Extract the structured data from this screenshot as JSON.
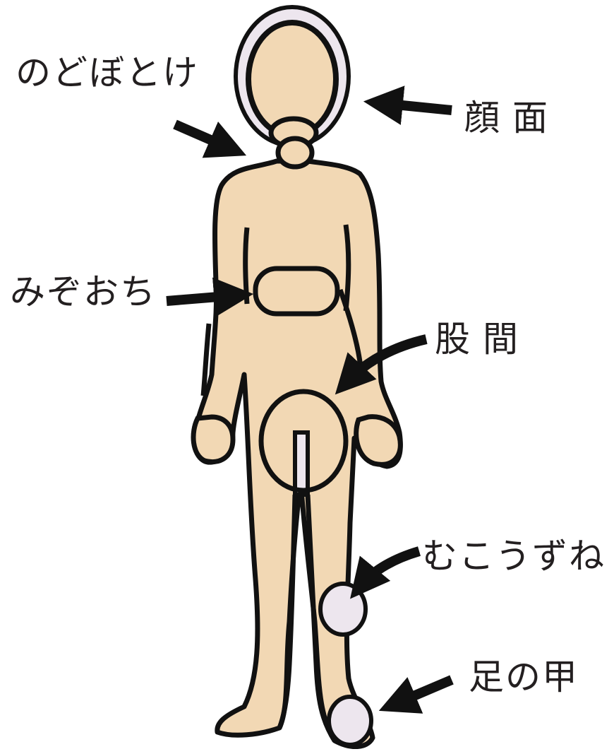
{
  "colors": {
    "skin": "#f2d8b4",
    "outline": "#111111",
    "highlight": "#ede6ee",
    "text": "#231f20"
  },
  "labels": {
    "throat": "のどぼとけ",
    "face": "顔面",
    "solar_plexus": "みぞおち",
    "groin": "股間",
    "shin": "むこうずね",
    "instep": "足の甲"
  }
}
